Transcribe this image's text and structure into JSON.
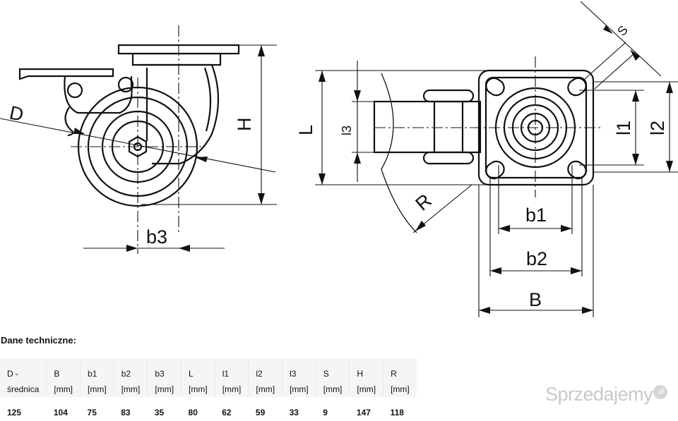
{
  "drawing": {
    "label_D": "D",
    "label_H": "H",
    "label_b3": "b3",
    "label_L": "L",
    "label_l3": "l3",
    "label_R": "R",
    "label_S": "S",
    "label_l1": "l1",
    "label_l2": "l2",
    "label_b1": "b1",
    "label_b2": "b2",
    "label_B": "B"
  },
  "section_title": "Dane techniczne:",
  "table": {
    "headers": [
      [
        "D -",
        "średnica"
      ],
      [
        "B",
        "[mm]"
      ],
      [
        "b1",
        "[mm]"
      ],
      [
        "b2",
        "[mm]"
      ],
      [
        "b3",
        "[mm]"
      ],
      [
        "L",
        "[mm]"
      ],
      [
        "l1",
        "[mm]"
      ],
      [
        "l2",
        "[mm]"
      ],
      [
        "l3",
        "[mm]"
      ],
      [
        "S",
        "[mm]"
      ],
      [
        "H",
        "[mm]"
      ],
      [
        "R",
        "[mm]"
      ]
    ],
    "row": [
      "125",
      "104",
      "75",
      "83",
      "35",
      "80",
      "62",
      "59",
      "33",
      "9",
      "147",
      "118"
    ]
  },
  "watermark": {
    "text": "Sprzedajemy",
    "badge": ".pl"
  }
}
